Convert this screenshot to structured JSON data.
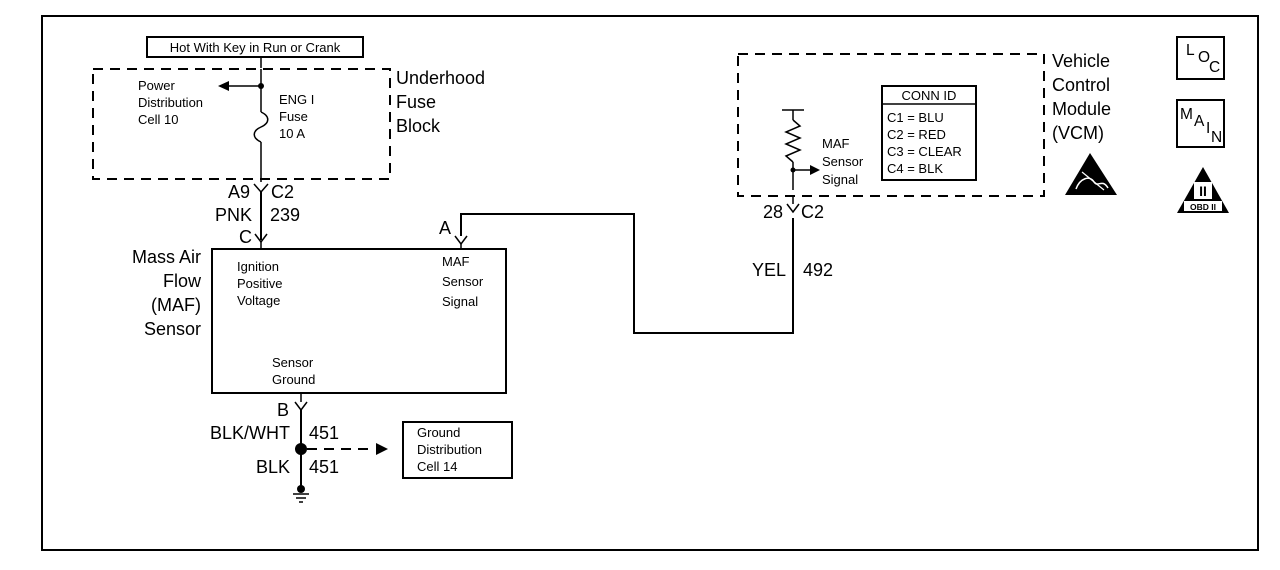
{
  "hot_label": "Hot With Key in Run or Crank",
  "fuse_block": {
    "title": [
      "Underhood",
      "Fuse",
      "Block"
    ],
    "power_dist": [
      "Power",
      "Distribution",
      "Cell 10"
    ],
    "fuse": [
      "ENG I",
      "Fuse",
      "10 A"
    ]
  },
  "wires": {
    "fuse_pin": "A9",
    "fuse_conn": "C2",
    "power_color": "PNK",
    "power_circuit": "239",
    "maf_pin_c": "C",
    "maf_pin_a": "A",
    "maf_pin_b": "B",
    "ground_color_1": "BLK/WHT",
    "ground_circuit_1": "451",
    "ground_color_2": "BLK",
    "ground_circuit_2": "451",
    "vcm_pin": "28",
    "vcm_conn": "C2",
    "signal_color": "YEL",
    "signal_circuit": "492"
  },
  "maf_sensor": {
    "title": [
      "Mass Air",
      "Flow",
      "(MAF)",
      "Sensor"
    ],
    "ignition": [
      "Ignition",
      "Positive",
      "Voltage"
    ],
    "signal": [
      "MAF",
      "Sensor",
      "Signal"
    ],
    "ground": [
      "Sensor",
      "Ground"
    ]
  },
  "ground_dist": [
    "Ground",
    "Distribution",
    "Cell 14"
  ],
  "vcm": {
    "title": [
      "Vehicle",
      "Control",
      "Module",
      "(VCM)"
    ],
    "maf_signal": [
      "MAF",
      "Sensor",
      "Signal"
    ],
    "conn_header": "CONN ID",
    "conn_ids": [
      "C1 = BLU",
      "C2 = RED",
      "C3 = CLEAR",
      "C4 = BLK"
    ]
  },
  "badges": {
    "loc": {
      "a": "L",
      "b": "O",
      "c": "C"
    },
    "main": {
      "a": "M",
      "b": "A",
      "c": "I",
      "d": "N"
    },
    "obd": {
      "roman": "II",
      "text": "OBD II"
    }
  }
}
